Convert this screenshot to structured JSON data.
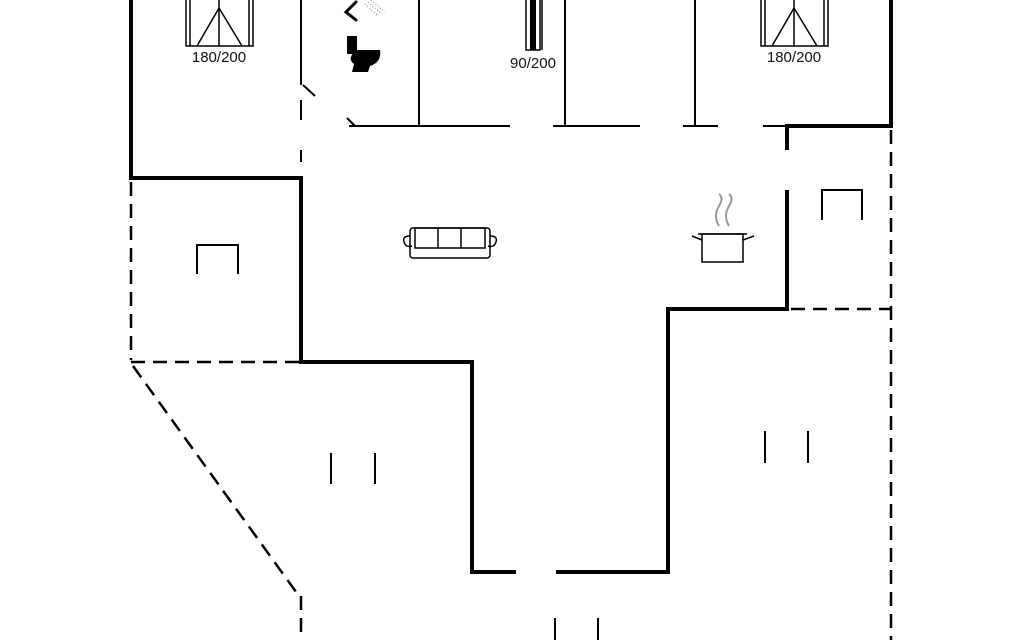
{
  "floorplan": {
    "beds": {
      "left_double": "180/200",
      "single": "90/200",
      "right_double": "180/200"
    }
  },
  "icons": [
    "bed-icon",
    "shower-icon",
    "toilet-icon",
    "sofa-icon",
    "cooking-pot-icon",
    "terrace-marker-icon"
  ]
}
